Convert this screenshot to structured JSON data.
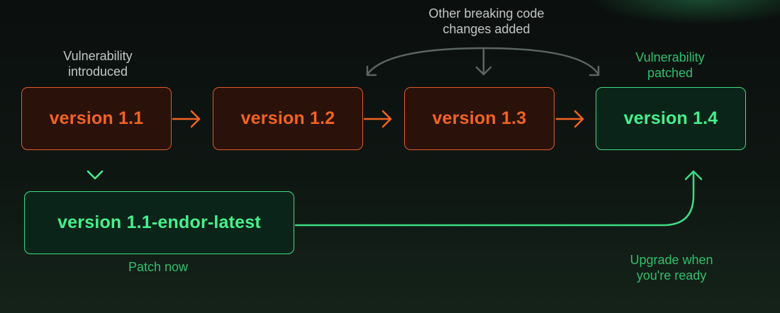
{
  "versions": {
    "v11": "version 1.1",
    "v12": "version 1.2",
    "v13": "version 1.3",
    "v14": "version 1.4",
    "endor": "version 1.1-endor-latest"
  },
  "labels": {
    "vuln_introduced_1": "Vulnerability",
    "vuln_introduced_2": "introduced",
    "breaking_1": "Other breaking code",
    "breaking_2": "changes added",
    "vuln_patched_1": "Vulnerability",
    "vuln_patched_2": "patched",
    "patch_now": "Patch now",
    "upgrade_1": "Upgrade when",
    "upgrade_2": "you're ready"
  },
  "colors": {
    "orange": "#f26322",
    "green": "#46f08c",
    "gray_arrow": "#5d6563"
  }
}
